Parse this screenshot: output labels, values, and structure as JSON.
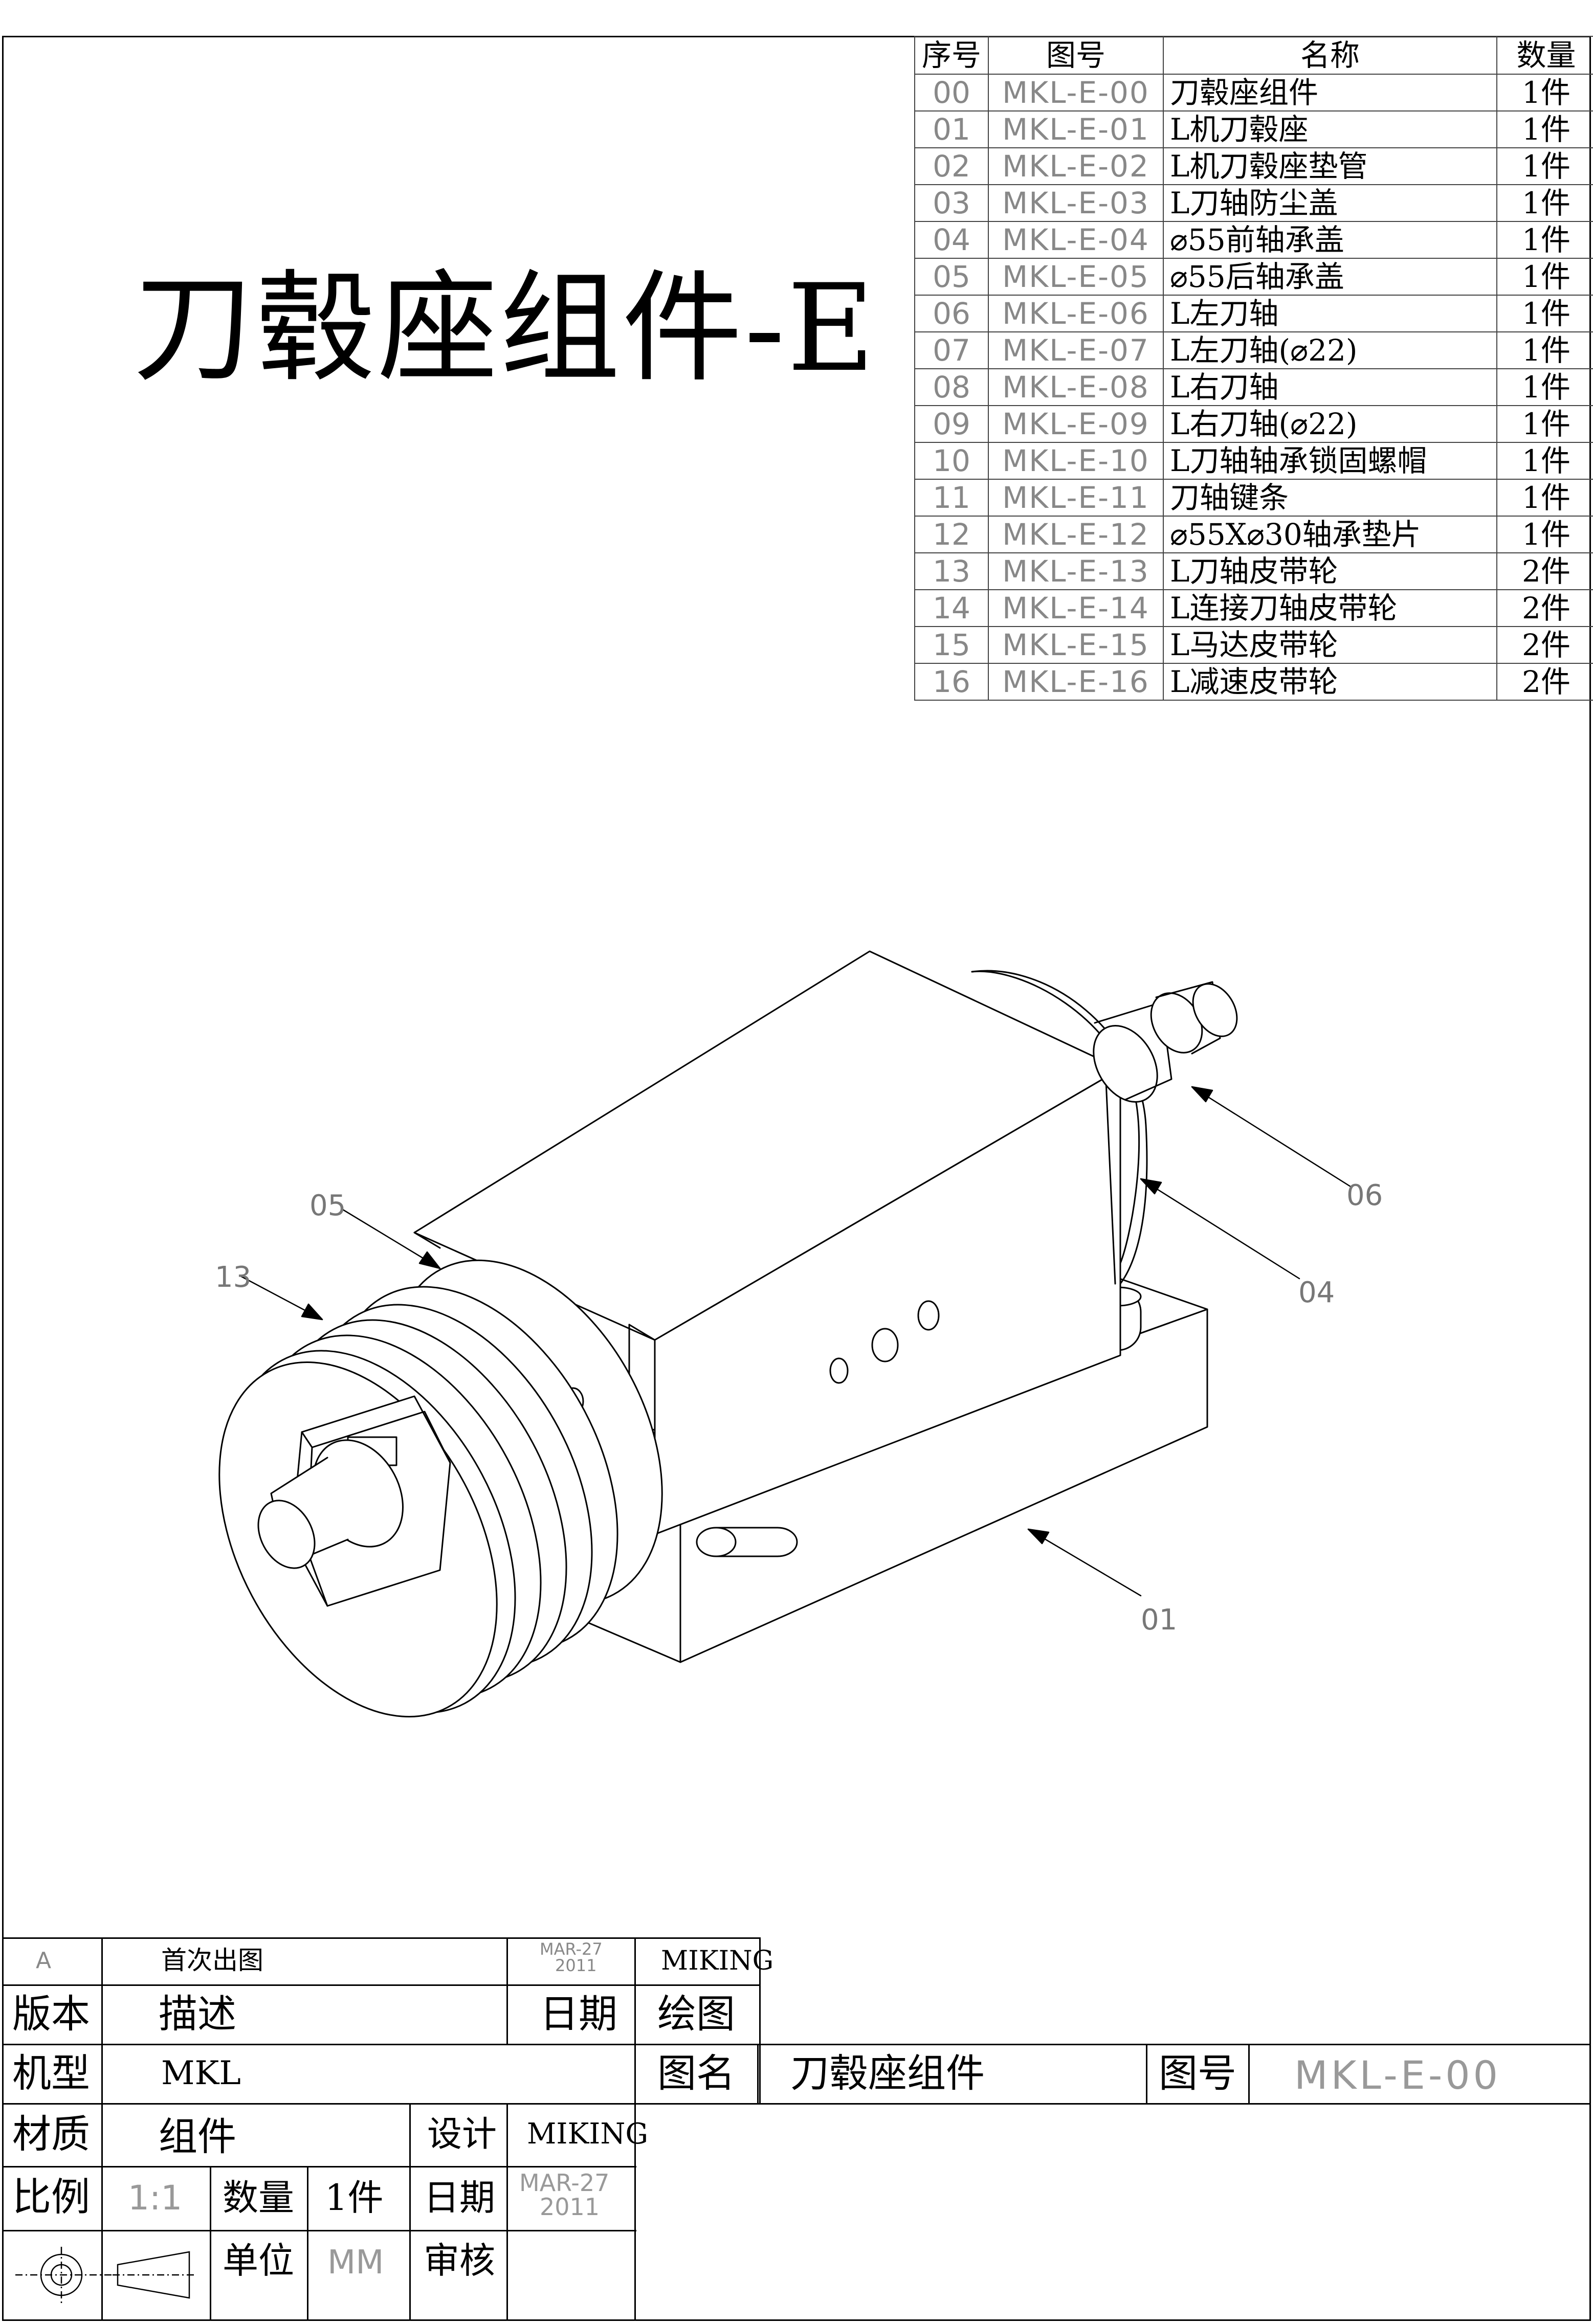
{
  "title": "刀毂座组件-E",
  "bom": {
    "headers": {
      "no": "序号",
      "drawing": "图号",
      "name": "名称",
      "qty": "数量"
    },
    "rows": [
      {
        "no": "00",
        "drawing": "MKL-E-00",
        "name": "刀毂座组件",
        "qty": "1件"
      },
      {
        "no": "01",
        "drawing": "MKL-E-01",
        "name": "L机刀毂座",
        "qty": "1件"
      },
      {
        "no": "02",
        "drawing": "MKL-E-02",
        "name": "L机刀毂座垫管",
        "qty": "1件"
      },
      {
        "no": "03",
        "drawing": "MKL-E-03",
        "name": "L刀轴防尘盖",
        "qty": "1件"
      },
      {
        "no": "04",
        "drawing": "MKL-E-04",
        "name": "⌀55前轴承盖",
        "qty": "1件"
      },
      {
        "no": "05",
        "drawing": "MKL-E-05",
        "name": "⌀55后轴承盖",
        "qty": "1件"
      },
      {
        "no": "06",
        "drawing": "MKL-E-06",
        "name": "L左刀轴",
        "qty": "1件"
      },
      {
        "no": "07",
        "drawing": "MKL-E-07",
        "name": "L左刀轴(⌀22)",
        "qty": "1件"
      },
      {
        "no": "08",
        "drawing": "MKL-E-08",
        "name": "L右刀轴",
        "qty": "1件"
      },
      {
        "no": "09",
        "drawing": "MKL-E-09",
        "name": "L右刀轴(⌀22)",
        "qty": "1件"
      },
      {
        "no": "10",
        "drawing": "MKL-E-10",
        "name": "L刀轴轴承锁固螺帽",
        "qty": "1件"
      },
      {
        "no": "11",
        "drawing": "MKL-E-11",
        "name": "刀轴键条",
        "qty": "1件"
      },
      {
        "no": "12",
        "drawing": "MKL-E-12",
        "name": "⌀55X⌀30轴承垫片",
        "qty": "1件"
      },
      {
        "no": "13",
        "drawing": "MKL-E-13",
        "name": "L刀轴皮带轮",
        "qty": "2件"
      },
      {
        "no": "14",
        "drawing": "MKL-E-14",
        "name": "L连接刀轴皮带轮",
        "qty": "2件"
      },
      {
        "no": "15",
        "drawing": "MKL-E-15",
        "name": "L马达皮带轮",
        "qty": "2件"
      },
      {
        "no": "16",
        "drawing": "MKL-E-16",
        "name": "L减速皮带轮",
        "qty": "2件"
      }
    ]
  },
  "callouts": {
    "c05": "05",
    "c13": "13",
    "c06": "06",
    "c04": "04",
    "c01": "01"
  },
  "titleblock": {
    "rev_value": "A",
    "desc_value": "首次出图",
    "date_value_1": "MAR-27",
    "date_value_2": "2011",
    "drawn_value": "MIKING",
    "rev_label": "版本",
    "desc_label": "描述",
    "date_label": "日期",
    "drawn_label": "绘图",
    "model_label": "机型",
    "model_value": "MKL",
    "figname_label": "图名",
    "figname_value": "刀毂座组件",
    "figno_label": "图号",
    "figno_value": "MKL-E-00",
    "material_label": "材质",
    "material_value": "组件",
    "design_label": "设计",
    "design_value": "MIKING",
    "scale_label": "比例",
    "scale_value": "1:1",
    "qty_label": "数量",
    "qty_value": "1件",
    "date2_label": "日期",
    "date2_value_1": "MAR-27",
    "date2_value_2": "2011",
    "unit_label": "单位",
    "unit_value": "MM",
    "review_label": "审核"
  }
}
